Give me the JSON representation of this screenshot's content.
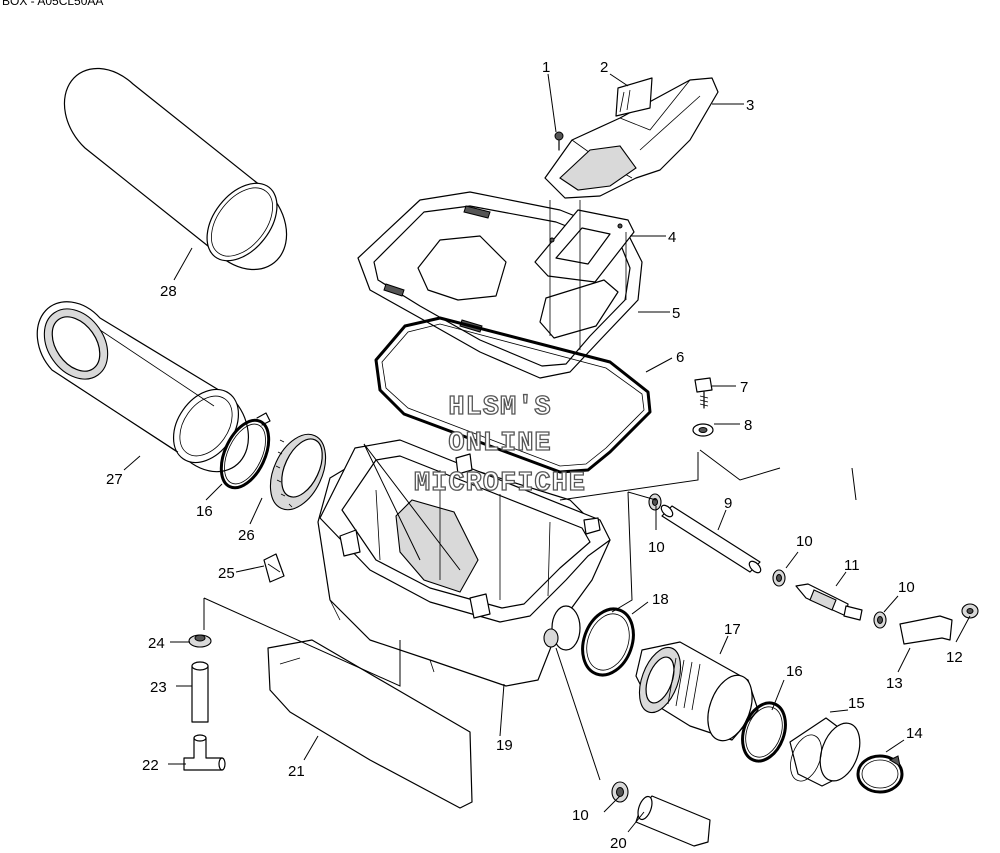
{
  "header": {
    "title": "BOX - A05CL50AA"
  },
  "watermark": {
    "lines": [
      "HLSM'S",
      "ONLINE",
      "MICROFICHE"
    ]
  },
  "callouts": [
    {
      "id": "c1",
      "label": "1"
    },
    {
      "id": "c2",
      "label": "2"
    },
    {
      "id": "c3",
      "label": "3"
    },
    {
      "id": "c4",
      "label": "4"
    },
    {
      "id": "c5",
      "label": "5"
    },
    {
      "id": "c6",
      "label": "6"
    },
    {
      "id": "c7",
      "label": "7"
    },
    {
      "id": "c8",
      "label": "8"
    },
    {
      "id": "c9",
      "label": "9"
    },
    {
      "id": "c10a",
      "label": "10"
    },
    {
      "id": "c10b",
      "label": "10"
    },
    {
      "id": "c10c",
      "label": "10"
    },
    {
      "id": "c10d",
      "label": "10"
    },
    {
      "id": "c11",
      "label": "11"
    },
    {
      "id": "c12",
      "label": "12"
    },
    {
      "id": "c13",
      "label": "13"
    },
    {
      "id": "c14",
      "label": "14"
    },
    {
      "id": "c15",
      "label": "15"
    },
    {
      "id": "c16a",
      "label": "16"
    },
    {
      "id": "c16b",
      "label": "16"
    },
    {
      "id": "c17",
      "label": "17"
    },
    {
      "id": "c18",
      "label": "18"
    },
    {
      "id": "c19",
      "label": "19"
    },
    {
      "id": "c20",
      "label": "20"
    },
    {
      "id": "c21",
      "label": "21"
    },
    {
      "id": "c22",
      "label": "22"
    },
    {
      "id": "c23",
      "label": "23"
    },
    {
      "id": "c24",
      "label": "24"
    },
    {
      "id": "c25",
      "label": "25"
    },
    {
      "id": "c26",
      "label": "26"
    },
    {
      "id": "c27",
      "label": "27"
    },
    {
      "id": "c28",
      "label": "28"
    }
  ]
}
